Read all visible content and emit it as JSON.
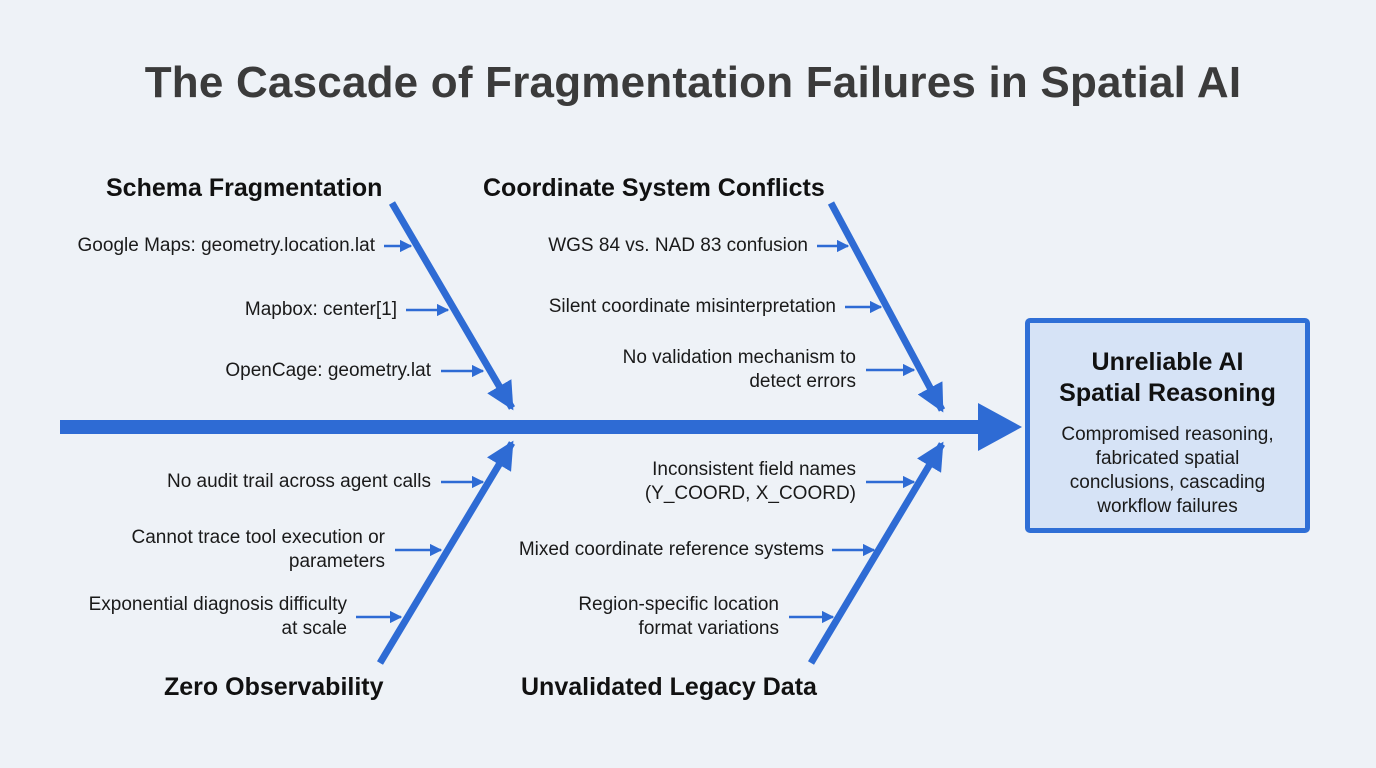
{
  "title": "The Cascade of Fragmentation Failures in Spatial AI",
  "accent_color": "#2e6bd4",
  "categories": {
    "schema": {
      "label": "Schema Fragmentation",
      "causes": [
        "Google Maps: geometry.location.lat",
        "Mapbox: center[1]",
        "OpenCage: geometry.lat"
      ]
    },
    "coordinate": {
      "label": "Coordinate System Conflicts",
      "causes": [
        "WGS 84 vs. NAD 83 confusion",
        "Silent coordinate misinterpretation",
        "No validation mechanism to",
        "detect errors"
      ]
    },
    "observability": {
      "label": "Zero Observability",
      "causes": [
        "No audit trail across agent calls",
        "Cannot trace tool execution or",
        "parameters",
        "Exponential diagnosis difficulty",
        "at scale"
      ]
    },
    "legacy": {
      "label": "Unvalidated Legacy Data",
      "causes": [
        "Inconsistent field names",
        "(Y_COORD, X_COORD)",
        "Mixed coordinate reference systems",
        "Region-specific location",
        "format variations"
      ]
    }
  },
  "effect": {
    "title_line1": "Unreliable AI",
    "title_line2": "Spatial Reasoning",
    "desc_lines": [
      "Compromised reasoning,",
      "fabricated spatial",
      "conclusions, cascading",
      "workflow failures"
    ]
  }
}
